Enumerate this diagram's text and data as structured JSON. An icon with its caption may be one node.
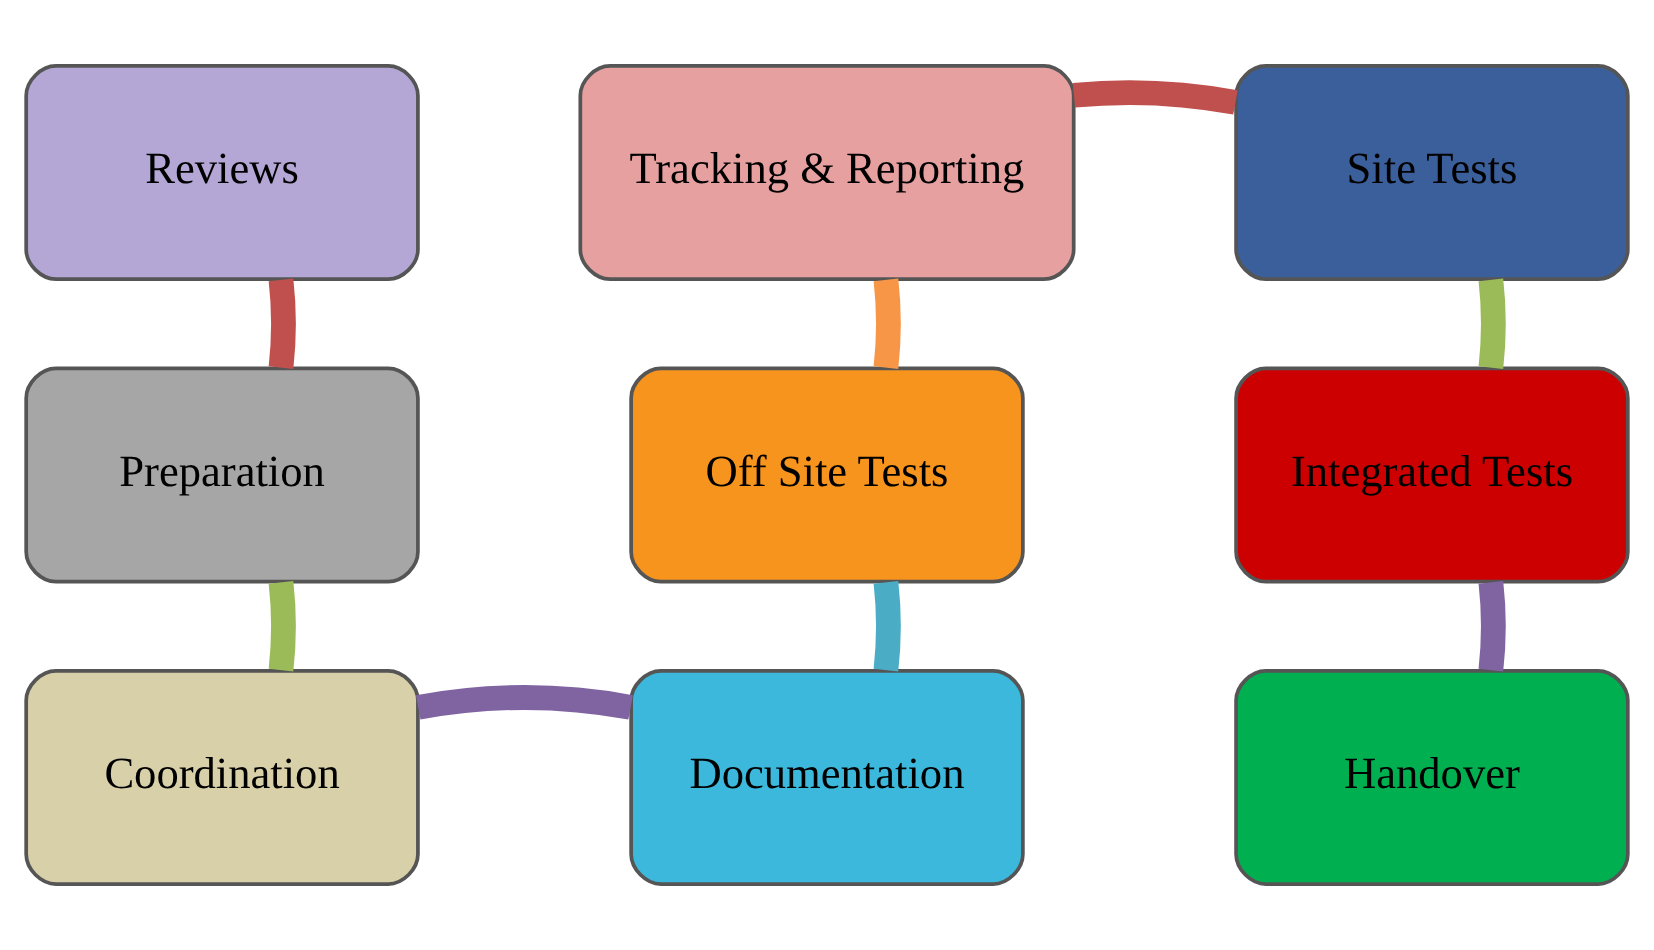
{
  "diagram": {
    "nodes": [
      {
        "text": [
          "Reviews"
        ]
      },
      {
        "text": [
          "Preparation"
        ]
      },
      {
        "text": [
          "Coordination"
        ]
      },
      {
        "text": [
          "Documentation"
        ]
      },
      {
        "text": [
          "Off Site Tests"
        ]
      },
      {
        "text": [
          "Tracking & Reporting"
        ]
      },
      {
        "text": [
          "Site Tests"
        ]
      },
      {
        "text": [
          "Integrated Tests"
        ]
      },
      {
        "text": [
          "Handover"
        ]
      }
    ],
    "edges": [
      {
        "from": 0,
        "to": 1,
        "arrow": "none",
        "color": "#c0504d"
      },
      {
        "from": 1,
        "to": 2,
        "arrow": "none",
        "color": "#9bbb59"
      },
      {
        "from": 2,
        "to": 3,
        "arrow": "none",
        "color": "#8064a2"
      },
      {
        "from": 3,
        "to": 4,
        "arrow": "none",
        "color": "#4bacc6"
      },
      {
        "from": 4,
        "to": 5,
        "arrow": "none",
        "color": "#f79646"
      },
      {
        "from": 5,
        "to": 6,
        "arrow": "none",
        "color": "#c0504d"
      },
      {
        "from": 6,
        "to": 7,
        "arrow": "none",
        "color": "#9bbb59"
      },
      {
        "from": 7,
        "to": 8,
        "arrow": "none",
        "color": "#8064a2"
      }
    ]
  }
}
